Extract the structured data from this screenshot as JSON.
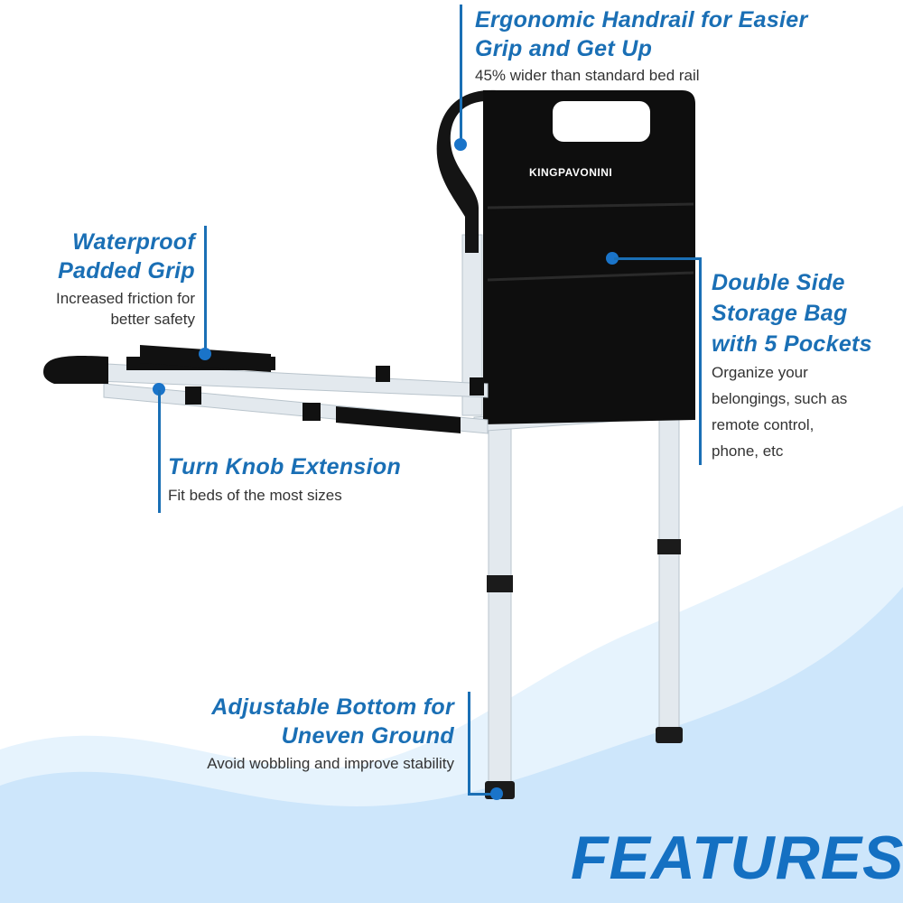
{
  "brand": "KINGPAVONINI",
  "banner": {
    "label": "FEATURES"
  },
  "colors": {
    "accent": "#1a6fb5",
    "text": "#333333",
    "wave_light": "#dcefff",
    "wave_dark": "#c2e2fb"
  },
  "features": [
    {
      "title_lines": [
        "Ergonomic Handrail for Easier",
        "Grip and Get Up"
      ],
      "description": "45% wider than standard bed rail"
    },
    {
      "title_lines": [
        "Waterproof",
        "Padded Grip"
      ],
      "description_lines": [
        "Increased friction for",
        "better safety"
      ]
    },
    {
      "title_lines": [
        "Double Side",
        "Storage Bag",
        "with 5 Pockets"
      ],
      "description_lines": [
        "Organize your",
        "belongings, such as",
        "remote control,",
        "phone, etc"
      ]
    },
    {
      "title_lines": [
        "Turn Knob Extension"
      ],
      "description": "Fit beds of the most sizes"
    },
    {
      "title_lines": [
        "Adjustable Bottom for",
        "Uneven Ground"
      ],
      "description": "Avoid wobbling and improve stability"
    }
  ]
}
